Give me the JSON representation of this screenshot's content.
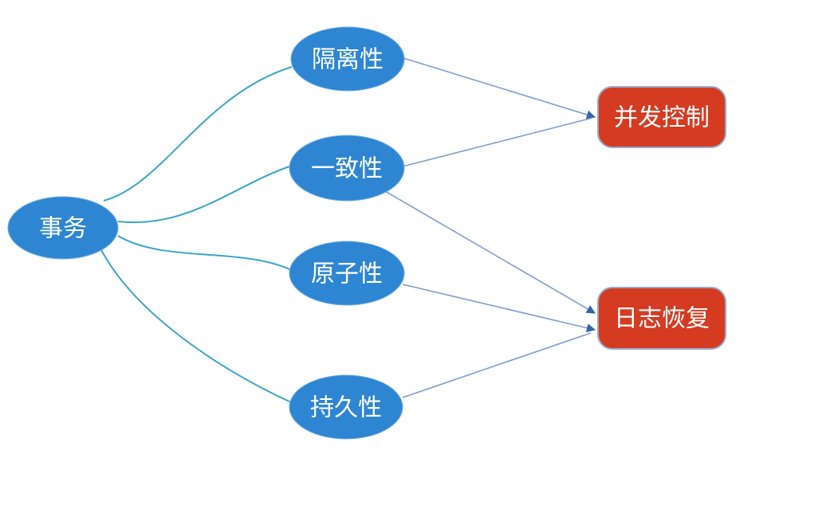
{
  "diagram": {
    "type": "flowchart",
    "nodes": {
      "transaction": {
        "label": "事务",
        "shape": "ellipse"
      },
      "isolation": {
        "label": "隔离性",
        "shape": "ellipse"
      },
      "consistency": {
        "label": "一致性",
        "shape": "ellipse"
      },
      "atomicity": {
        "label": "原子性",
        "shape": "ellipse"
      },
      "durability": {
        "label": "持久性",
        "shape": "ellipse"
      },
      "concurrency_control": {
        "label": "并发控制",
        "shape": "rounded-rect"
      },
      "log_recovery": {
        "label": "日志恢复",
        "shape": "rounded-rect"
      }
    },
    "edges": [
      {
        "from": "事务",
        "to": "隔离性",
        "style": "curve",
        "arrowhead": false
      },
      {
        "from": "事务",
        "to": "一致性",
        "style": "curve",
        "arrowhead": false
      },
      {
        "from": "事务",
        "to": "原子性",
        "style": "curve",
        "arrowhead": false
      },
      {
        "from": "事务",
        "to": "持久性",
        "style": "curve",
        "arrowhead": false
      },
      {
        "from": "隔离性",
        "to": "并发控制",
        "style": "straight",
        "arrowhead": true
      },
      {
        "from": "一致性",
        "to": "并发控制",
        "style": "straight",
        "arrowhead": true
      },
      {
        "from": "一致性",
        "to": "日志恢复",
        "style": "straight",
        "arrowhead": true
      },
      {
        "from": "原子性",
        "to": "日志恢复",
        "style": "straight",
        "arrowhead": true
      },
      {
        "from": "持久性",
        "to": "日志恢复",
        "style": "straight",
        "arrowhead": true
      }
    ],
    "colors": {
      "background": "#ffffff",
      "node_blue": "#2E86D2",
      "ellipse_stroke": "#6FABE4",
      "node_red": "#D43B21",
      "red_border": "#97ABCB",
      "curve": "#3BA5C9",
      "line": "#7D9DD0",
      "arrow": "#2F67A8",
      "label": "#FFFFFF"
    }
  }
}
